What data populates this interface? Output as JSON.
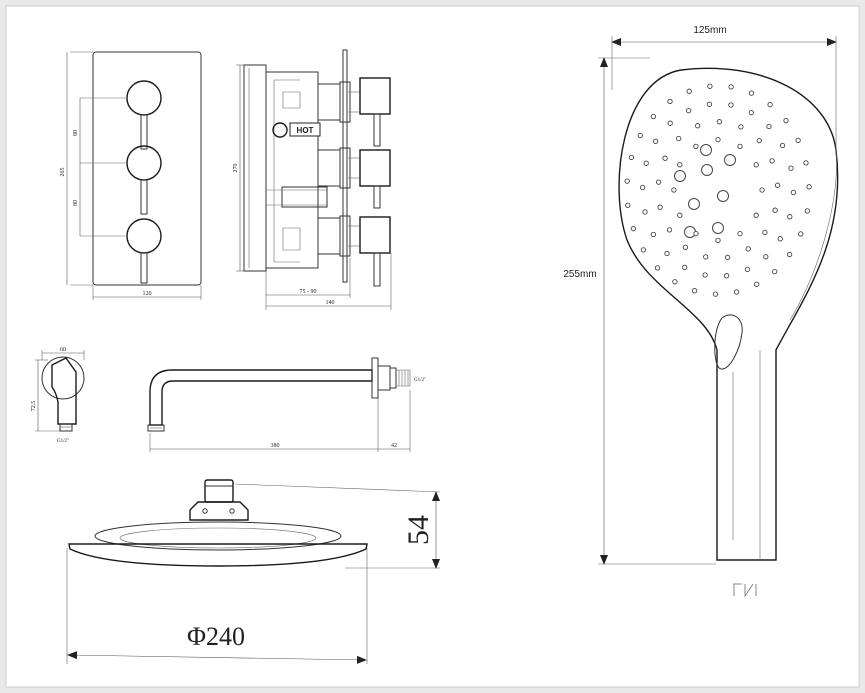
{
  "colors": {
    "background": "#e9e9e9",
    "paper": "#ffffff",
    "line": "#333333"
  },
  "valve_front": {
    "height": "265",
    "spacing_top": "80",
    "spacing_bottom": "80",
    "width": "120"
  },
  "valve_side": {
    "height": "270",
    "depth_range": "75 - 90",
    "total_depth": "140",
    "hot_label": "HOT"
  },
  "elbow": {
    "width": "60",
    "height": "72.5",
    "thread": "G1/2\""
  },
  "arm": {
    "length": "380",
    "flange": "42",
    "thread": "G1/2\""
  },
  "head": {
    "height": "54",
    "diameter": "Φ240"
  },
  "handset": {
    "width": "125mm",
    "height": "255mm"
  }
}
